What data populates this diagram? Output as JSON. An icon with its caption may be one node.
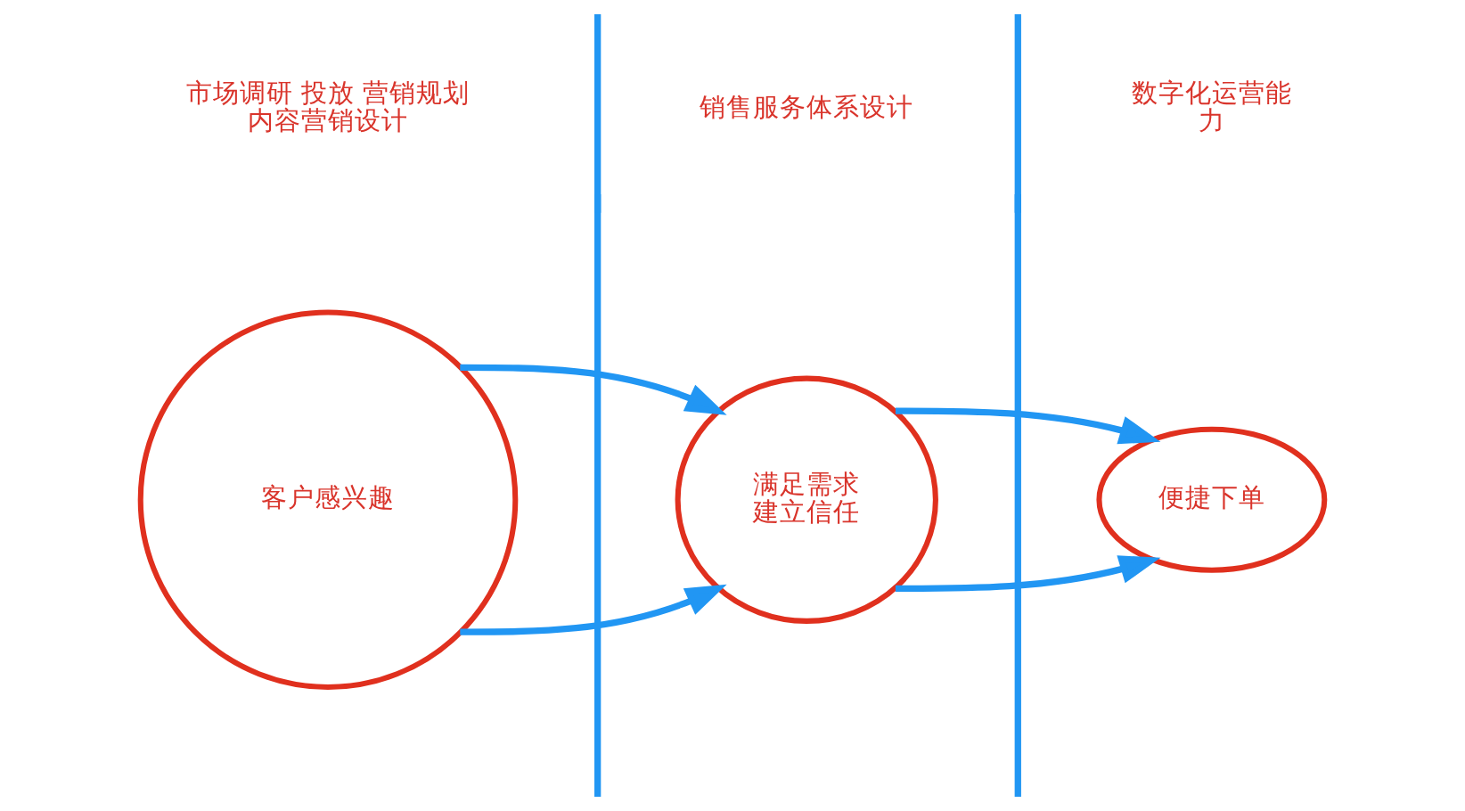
{
  "diagram": {
    "nodes": [
      {
        "text": [
          "客户感兴趣"
        ]
      },
      {
        "text": [
          "满足需求",
          "建立信任"
        ]
      },
      {
        "text": [
          "便捷下单"
        ]
      }
    ],
    "edges": [
      {
        "from": 0,
        "to": 1,
        "arrow": "to"
      },
      {
        "from": 0,
        "to": 1,
        "arrow": "to"
      },
      {
        "from": 1,
        "to": 2,
        "arrow": "to"
      },
      {
        "from": 1,
        "to": 2,
        "arrow": "to"
      }
    ],
    "labels": [
      "市场调研 投放 营销规划内容营销设计",
      "销售服务体系设计",
      "数字化运营能力"
    ]
  }
}
